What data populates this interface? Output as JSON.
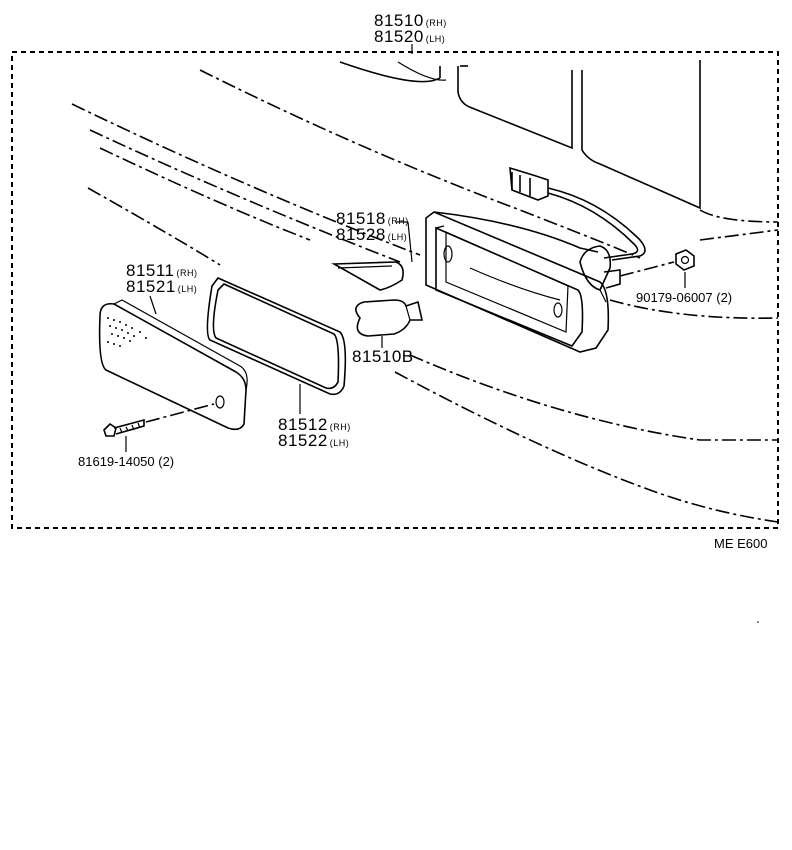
{
  "labels": {
    "assy": {
      "rh": "81510",
      "rh_side": "(RH)",
      "lh": "81520",
      "lh_side": "(LH)"
    },
    "lens": {
      "rh": "81511",
      "rh_side": "(RH)",
      "lh": "81521",
      "lh_side": "(LH)"
    },
    "gasket": {
      "rh": "81512",
      "rh_side": "(RH)",
      "lh": "81522",
      "lh_side": "(LH)"
    },
    "reflector": {
      "rh": "81518",
      "rh_side": "(RH)",
      "lh": "81528",
      "lh_side": "(LH)"
    },
    "bulb": "81510B",
    "nut": "90179-06007 (2)",
    "screw": "81619-14050 (2)"
  },
  "diagram_code": "ME E600"
}
